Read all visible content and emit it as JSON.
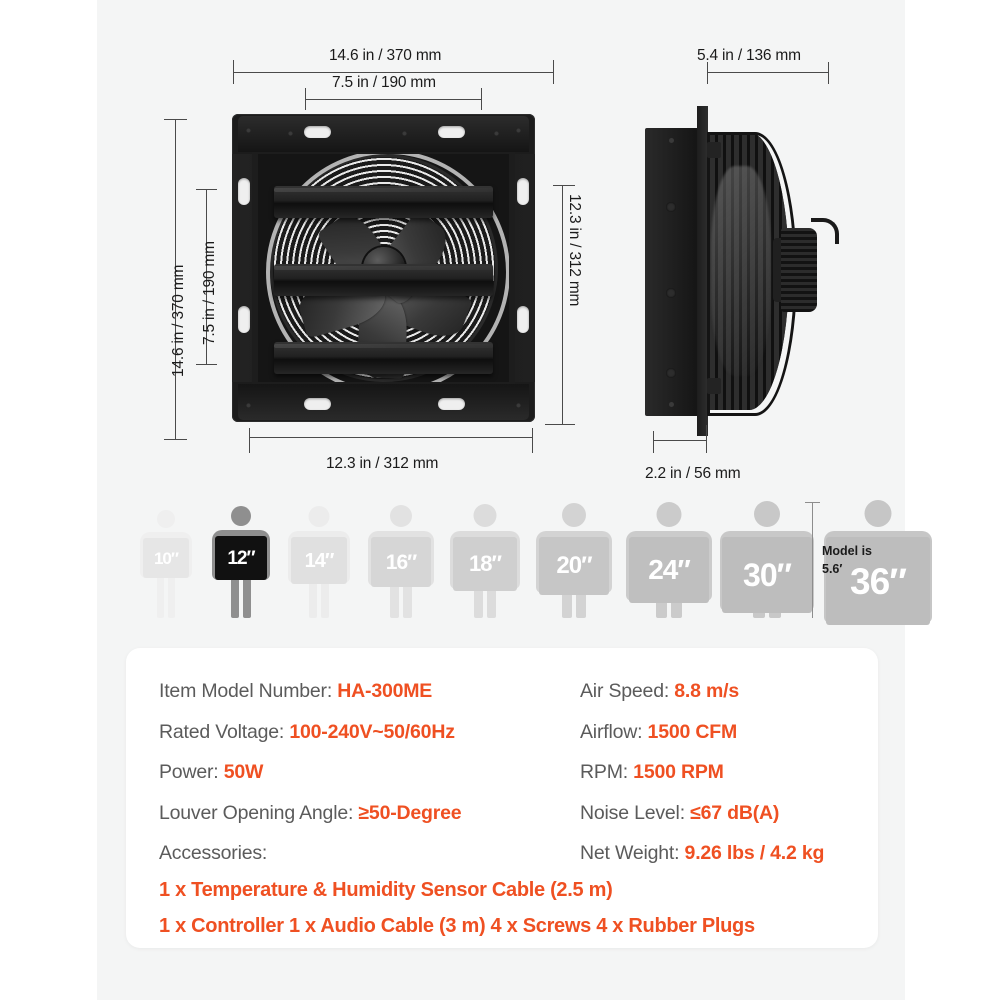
{
  "product": {
    "type": "shutter-exhaust-fan",
    "front_view_label": "fan front view with louver shutters",
    "side_view_label": "fan side profile view"
  },
  "dimensions": {
    "front_width_outer": "14.6 in / 370 mm",
    "front_width_inner": "7.5 in / 190 mm",
    "front_height_outer": "14.6 in / 370 mm",
    "front_height_inner": "7.5 in / 190 mm",
    "front_right_height": "12.3 in / 312 mm",
    "front_bottom_width": "12.3 in / 312 mm",
    "side_depth_total": "5.4 in / 136 mm",
    "side_depth_flange": "2.2 in / 56 mm"
  },
  "scale_row": {
    "model_note": "Model is\n5.6′",
    "model_note_line1": "Model is",
    "model_note_line2": "5.6′",
    "sizes": [
      {
        "label": "10″",
        "highlighted": false
      },
      {
        "label": "12″",
        "highlighted": true
      },
      {
        "label": "14″",
        "highlighted": false
      },
      {
        "label": "16″",
        "highlighted": false
      },
      {
        "label": "18″",
        "highlighted": false
      },
      {
        "label": "20″",
        "highlighted": false
      },
      {
        "label": "24″",
        "highlighted": false
      },
      {
        "label": "30″",
        "highlighted": false
      },
      {
        "label": "36″",
        "highlighted": false
      }
    ]
  },
  "specs": {
    "left": [
      {
        "label": "Item Model Number: ",
        "value": "HA-300ME"
      },
      {
        "label": "Rated Voltage: ",
        "value": "100-240V~50/60Hz"
      },
      {
        "label": "Power: ",
        "value": "50W"
      },
      {
        "label": "Louver Opening Angle: ",
        "value": "≥50-Degree"
      },
      {
        "label": "Accessories:",
        "value": ""
      }
    ],
    "right": [
      {
        "label": "Air Speed: ",
        "value": "8.8 m/s"
      },
      {
        "label": "Airflow: ",
        "value": "1500 CFM"
      },
      {
        "label": "RPM: ",
        "value": "1500 RPM"
      },
      {
        "label": "Noise Level: ",
        "value": "≤67 dB(A)"
      },
      {
        "label": "Net Weight: ",
        "value": "9.26 lbs / 4.2 kg"
      }
    ],
    "accessories": [
      "1 x Temperature & Humidity Sensor Cable (2.5 m)",
      "1 x Controller   1 x Audio Cable (3 m)   4 x Screws  4 x Rubber Plugs"
    ]
  },
  "colors": {
    "accent": "#ef5022",
    "label_text": "#5b5b5b",
    "dimension_text": "#1b1b1b",
    "canvas": "#f4f5f5",
    "panel": "#ffffff",
    "product_black": "#1a1a1a"
  }
}
